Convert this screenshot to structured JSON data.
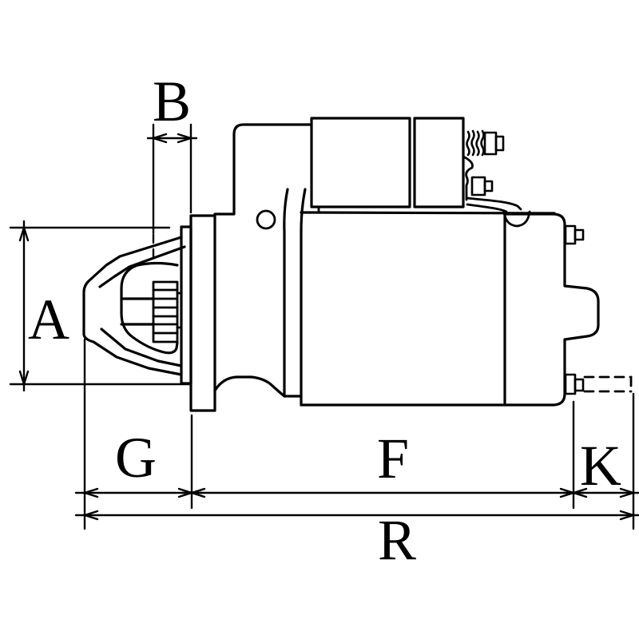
{
  "canvas": {
    "background_color": "#ffffff",
    "line_color": "#000000"
  },
  "diagram": {
    "type": "technical-dimension-drawing",
    "labels": {
      "A": "A",
      "B": "B",
      "G": "G",
      "F": "F",
      "K": "K",
      "R": "R"
    }
  }
}
